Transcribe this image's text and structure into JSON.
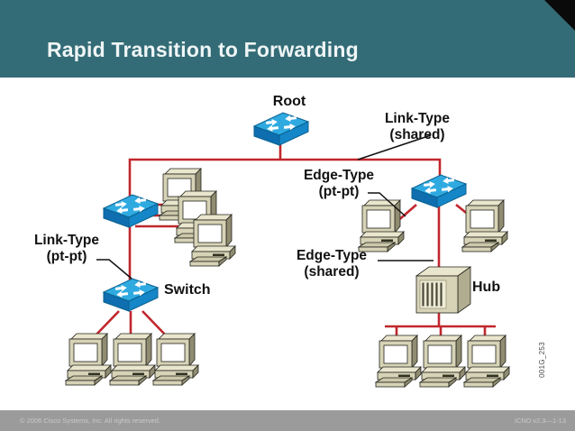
{
  "slide": {
    "title": "Rapid Transition to Forwarding",
    "watermark": "001G_253",
    "footer": {
      "copyright": "© 2006 Cisco Systems, Inc. All rights reserved.",
      "course_code": "ICND v2.3—1-13"
    }
  },
  "diagram": {
    "labels": {
      "root": "Root",
      "link_type_shared": {
        "line1": "Link-Type",
        "line2": "(shared)"
      },
      "edge_type_ptpt": {
        "line1": "Edge-Type",
        "line2": "(pt-pt)"
      },
      "link_type_ptpt": {
        "line1": "Link-Type",
        "line2": "(pt-pt)"
      },
      "edge_type_shared": {
        "line1": "Edge-Type",
        "line2": "(shared)"
      },
      "switch": "Switch",
      "hub": "Hub"
    },
    "nodes": [
      {
        "id": "root-switch",
        "type": "switch",
        "label": "Root"
      },
      {
        "id": "left-distribution-switch",
        "type": "switch",
        "label": ""
      },
      {
        "id": "access-switch",
        "type": "switch",
        "label": "Switch"
      },
      {
        "id": "right-edge-switch",
        "type": "switch",
        "label": ""
      },
      {
        "id": "hub",
        "type": "hub",
        "label": "Hub"
      },
      {
        "id": "pc-stack-left",
        "type": "pc-group",
        "count": 3
      },
      {
        "id": "pc-group-bottom-left",
        "type": "pc-group",
        "count": 3
      },
      {
        "id": "pc-right-switch-left",
        "type": "pc",
        "count": 1
      },
      {
        "id": "pc-right-switch-right",
        "type": "pc",
        "count": 1
      },
      {
        "id": "pc-group-bottom-right",
        "type": "pc-group",
        "count": 3
      }
    ],
    "colors": {
      "header_teal": "#336C77",
      "link_red": "#C1272D",
      "callout_black": "#111111",
      "switch_blue_top": "#2FAAE1",
      "switch_blue_front": "#0E6EB0",
      "device_beige": "#D6D3B7",
      "footer_gray": "#9B9B9B"
    }
  }
}
